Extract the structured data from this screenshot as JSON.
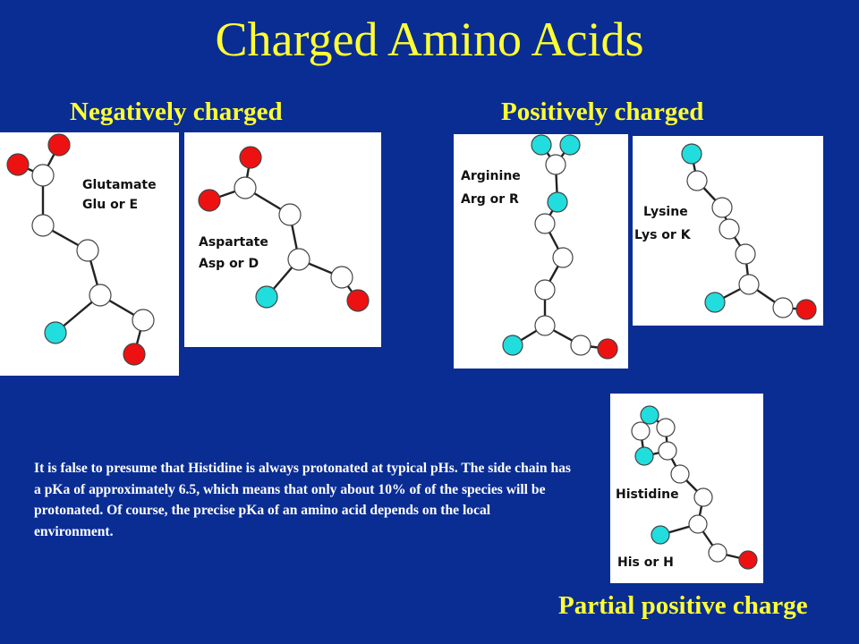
{
  "slide": {
    "title": "Charged Amino Acids",
    "negative_heading": "Negatively charged",
    "positive_heading": "Positively charged",
    "partial_heading": "Partial positive charge",
    "note": "It is false to presume that Histidine is always protonated at typical pHs. The side chain has a pKa of approximately 6.5, which means that only about 10% of of the species will be protonated. Of course, the precise pKa of an amino acid depends on the local environment."
  },
  "molecules": {
    "glutamate": {
      "name": "Glutamate",
      "code": "Glu  or  E"
    },
    "aspartate": {
      "name": "Aspartate",
      "code": "Asp  or  D"
    },
    "arginine": {
      "name": "Arginine",
      "code": "Arg  or  R"
    },
    "lysine": {
      "name": "Lysine",
      "code": "Lys or  K"
    },
    "histidine": {
      "name": "Histidine",
      "code": "His  or  H"
    }
  },
  "colors": {
    "background": "#0a2d94",
    "heading": "#ffff33",
    "oxygen_atom": "#ee1111",
    "nitrogen_atom": "#22dddd",
    "carbon_atom": "#ffffff"
  }
}
